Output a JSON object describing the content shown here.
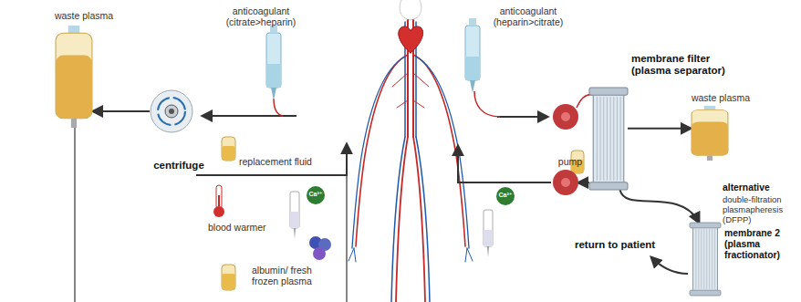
{
  "diagram": {
    "nodes": [
      {
        "text": [
          "waste plasma"
        ]
      },
      {
        "text": [
          "centrifuge"
        ]
      },
      {
        "text": [
          "Ca²⁺"
        ]
      },
      {
        "text": [
          "membrane filter (plasma separator)"
        ]
      },
      {
        "text": [
          "waste plasma"
        ]
      },
      {
        "text": [
          "pump"
        ]
      },
      {
        "text": [
          "Ca²⁺"
        ]
      },
      {
        "text": [
          "membrane 2 (plasma fractionator)"
        ]
      }
    ],
    "edges": [
      {
        "from": 1,
        "to": 0,
        "arrow": "to"
      },
      {
        "from": 3,
        "to": 4,
        "arrow": "to"
      },
      {
        "from": 3,
        "to": 7,
        "arrow": "to"
      },
      {
        "from": 3,
        "to": 5,
        "arrow": "to"
      }
    ],
    "labels": [
      "anticoagulant (citrate>heparin)",
      "anticoagulant (heparin>citrate)",
      "replacement fluid",
      "blood warmer",
      "albumin/ fresh frozen plasma",
      "alternative",
      "double-filtration plasmapheresis (DFPP)",
      "return to patient"
    ]
  }
}
